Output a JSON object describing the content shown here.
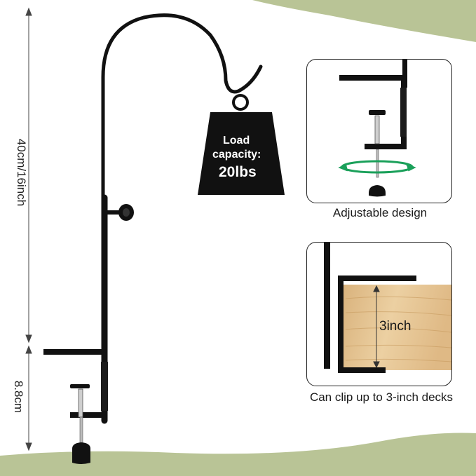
{
  "load_weight": {
    "line1": "Load",
    "line2": "capacity:",
    "line3": "20lbs"
  },
  "dimensions": {
    "pole_height": "40cm/16inch",
    "clamp_height": "8.8cm"
  },
  "panels": {
    "adjustable": {
      "caption": "Adjustable design"
    },
    "deck": {
      "caption": "Can clip up to 3-inch decks",
      "thickness": "3inch"
    }
  },
  "colors": {
    "background_green": "#b9c496",
    "metal_black": "#111111",
    "wood": "#e2c08e",
    "rotate_arrow_green": "#1aa05a"
  },
  "icons": [
    "rotation-arrow-icon",
    "adjust-knob-icon"
  ]
}
